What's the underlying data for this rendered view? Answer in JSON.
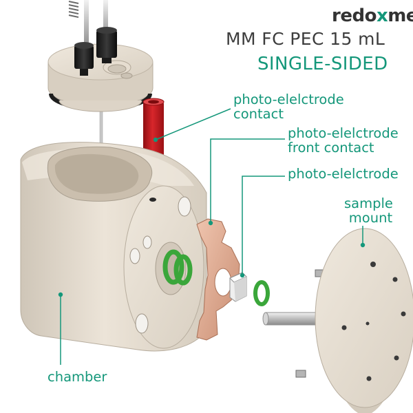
{
  "brand": {
    "name_prefix": "redo",
    "name_x": "x",
    "name_suffix": "me"
  },
  "title": {
    "main": "MM FC PEC 15 mL",
    "sub": "SINGLE-SIDED"
  },
  "callouts": {
    "photo_electrode_contact": [
      "photo-elelctrode",
      "contact"
    ],
    "photo_electrode_front_contact": [
      "photo-elelctrode",
      "front contact"
    ],
    "photo_electrode": [
      "photo-elelctrode"
    ],
    "sample_mount": [
      "sample",
      "mount"
    ],
    "chamber": [
      "chamber"
    ]
  },
  "colors": {
    "accent": "#14977a",
    "text_dark": "#3d3d3d",
    "part_beige": "#e8dfd2",
    "oring_green": "#3aa63a",
    "contact_red": "#c0141a",
    "copper": "#d9a58c"
  }
}
